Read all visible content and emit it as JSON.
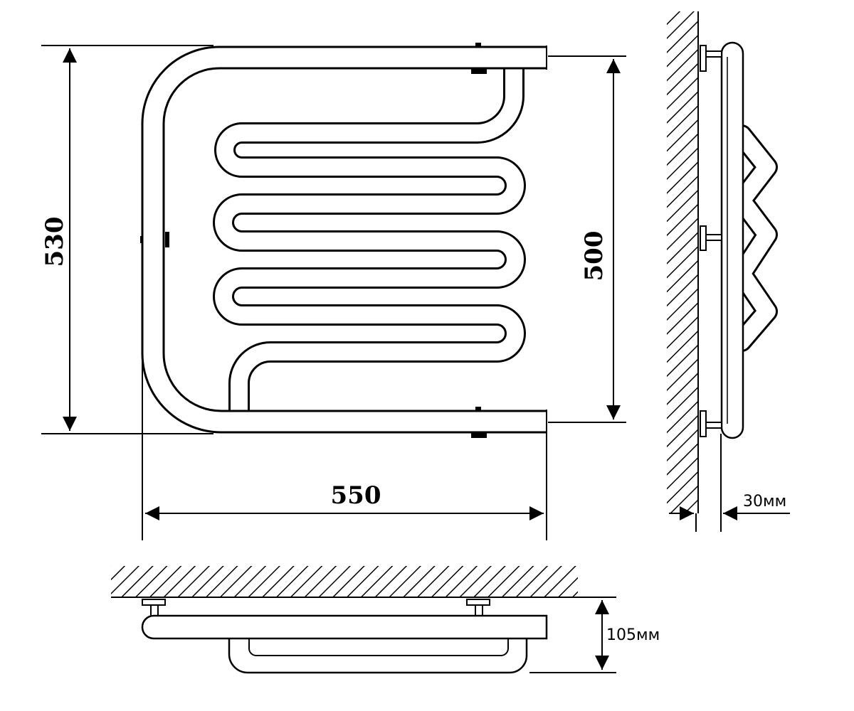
{
  "dimensions": {
    "height_outer": "530",
    "height_inner": "500",
    "width": "550",
    "wall_gap": "30мм",
    "depth": "105мм"
  }
}
